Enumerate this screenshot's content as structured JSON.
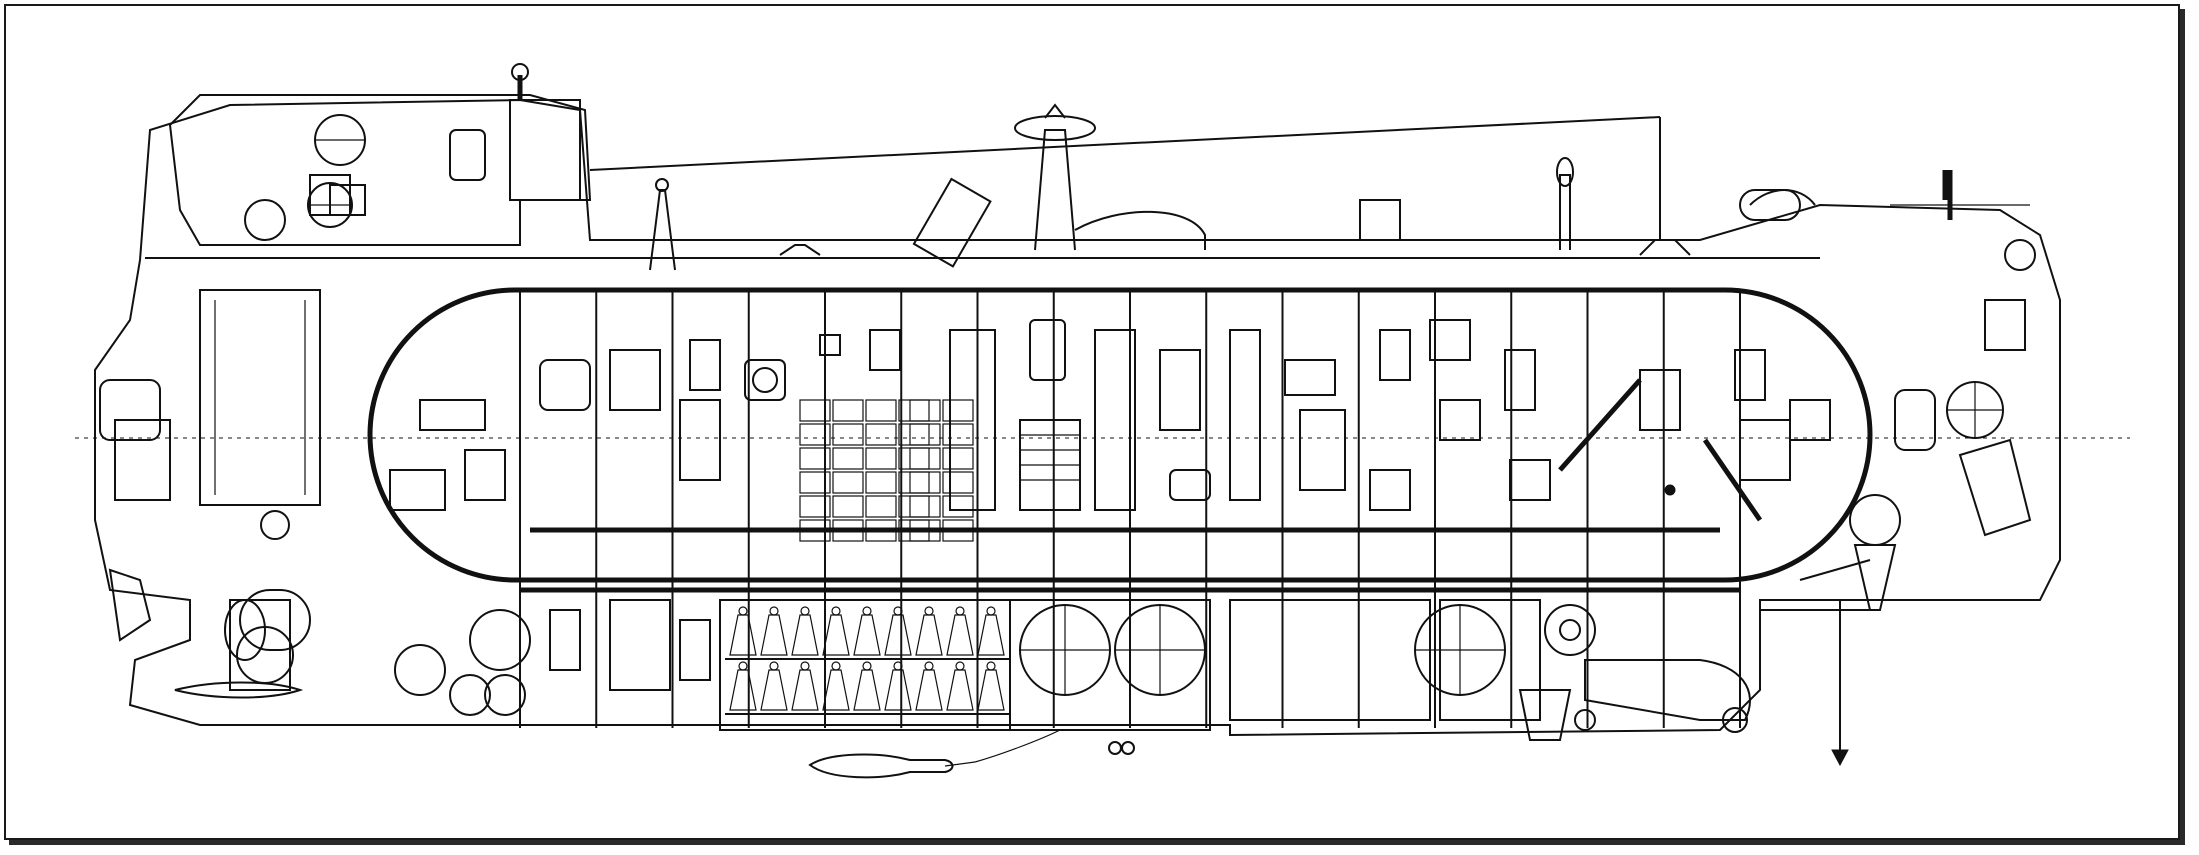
{
  "figure": {
    "subject": "submarine-cutaway",
    "sections": {
      "frame_count": 17,
      "fore_tank_count": 14,
      "lower_sphere_count": 3,
      "battery_cell_rows": 2,
      "battery_cells_per_row": 9
    },
    "colors": {
      "ink": "#111111",
      "paper": "#ffffff",
      "frame_border": "#1a1a1a"
    }
  }
}
